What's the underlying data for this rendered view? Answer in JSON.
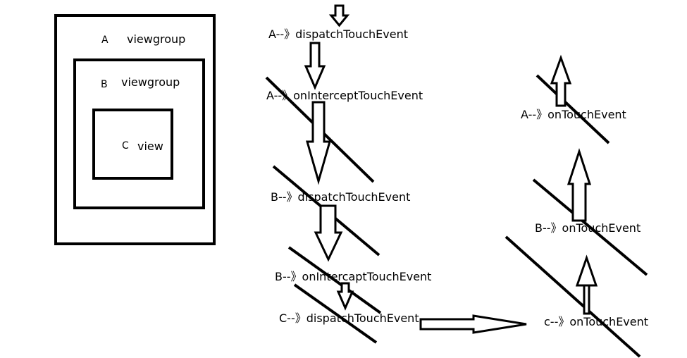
{
  "colors": {
    "stroke": "#000000",
    "background": "#ffffff"
  },
  "boxes": {
    "a_letter": "A",
    "a_label": "viewgroup",
    "b_letter": "B",
    "b_label": "viewgroup",
    "c_letter": "C",
    "c_label": "view"
  },
  "events": {
    "a_dispatch": "A--》dispatchTouchEvent",
    "a_intercept": "A--》onInterceptTouchEvent",
    "b_dispatch": "B--》dispatchTouchEvent",
    "b_intercept": "B--》onIntercaptTouchEvent",
    "c_dispatch": "C--》dispatchTouchEvent",
    "c_touch": "c--》onTouchEvent",
    "b_touch": "B--》onTouchEvent",
    "a_touch": "A--》onTouchEvent"
  }
}
